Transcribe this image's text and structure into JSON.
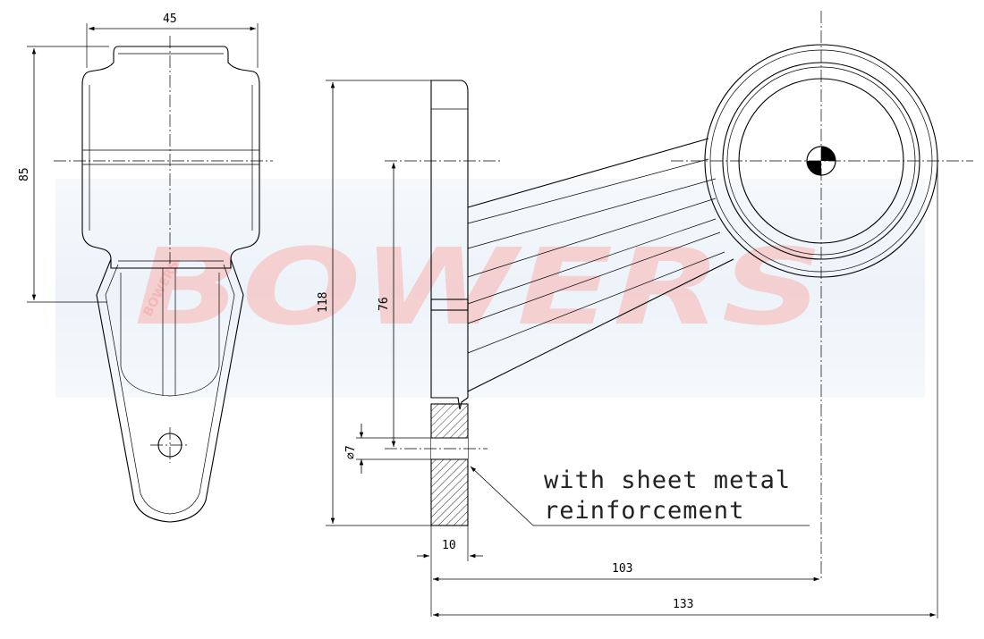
{
  "watermark": {
    "brand": "BOWERS",
    "small_brand": "BOWERS",
    "text_color": "#f7c4c4",
    "band_color": "#dde9f4"
  },
  "dimensions": {
    "front_width": "45",
    "front_height": "85",
    "overall_height": "118",
    "hole_spacing": "76",
    "hole_diameter": "⌀7",
    "flange_thickness": "10",
    "lens_center_offset": "103",
    "overall_length": "133"
  },
  "note": {
    "line1": "with sheet metal",
    "line2": "reinforcement"
  }
}
